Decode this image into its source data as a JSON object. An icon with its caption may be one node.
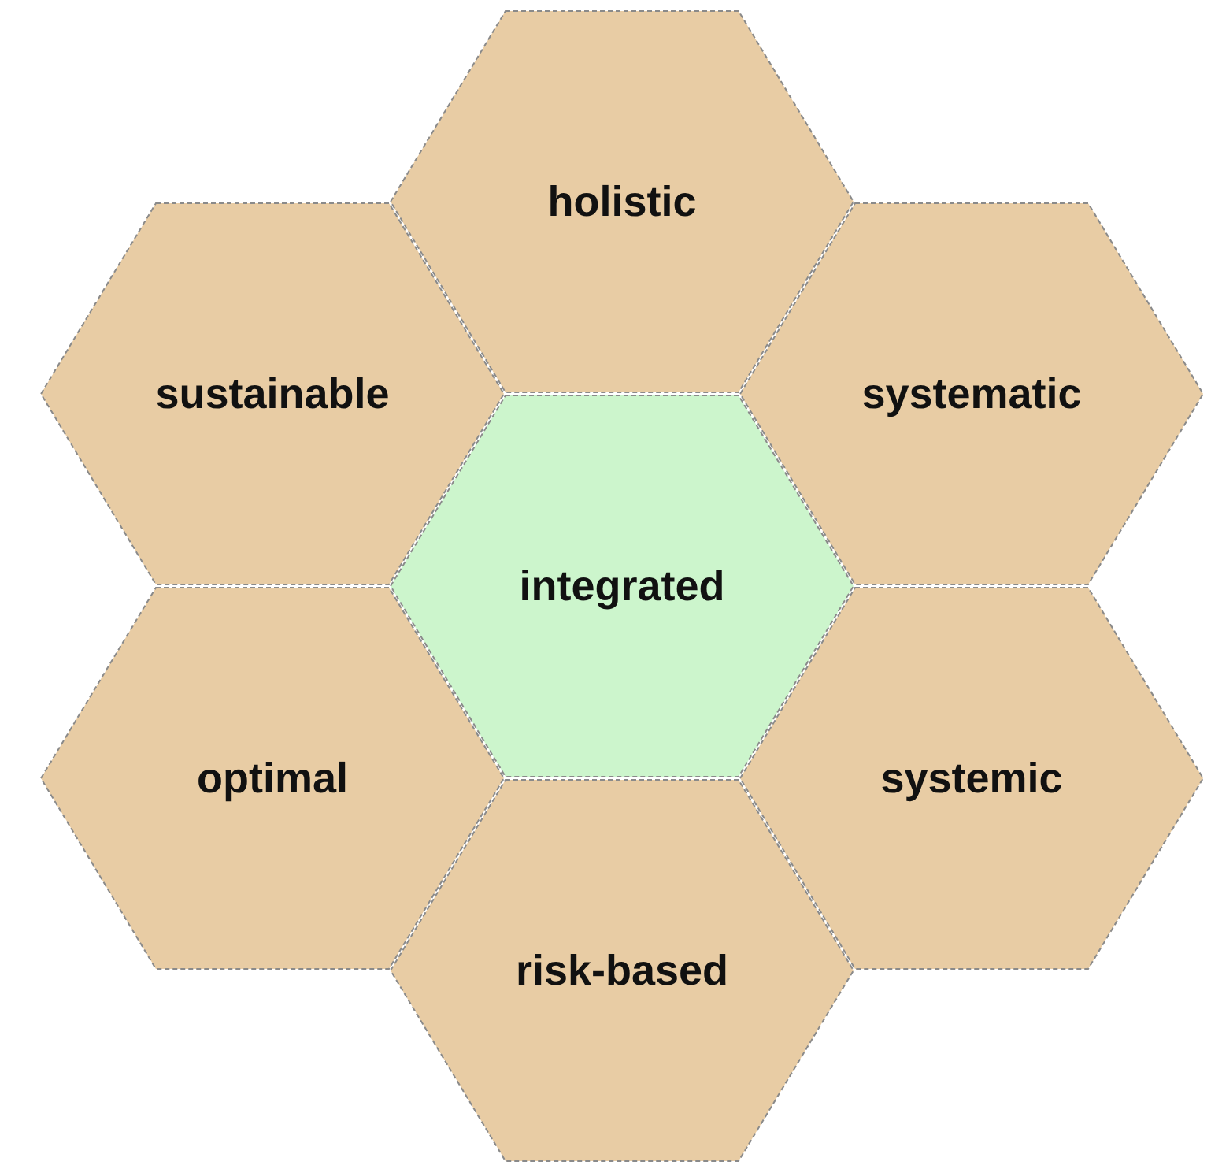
{
  "diagram": {
    "nodes": [
      {
        "text": [
          "holistic"
        ]
      },
      {
        "text": [
          "sustainable"
        ]
      },
      {
        "text": [
          "systematic"
        ]
      },
      {
        "text": [
          "integrated"
        ]
      },
      {
        "text": [
          "optimal"
        ]
      },
      {
        "text": [
          "systemic"
        ]
      },
      {
        "text": [
          "risk-based"
        ]
      }
    ]
  }
}
